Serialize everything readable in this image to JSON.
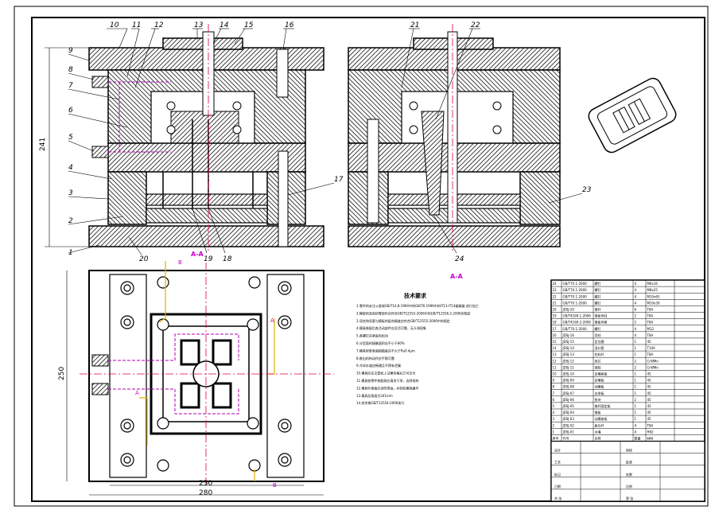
{
  "part_labels": [
    "1",
    "2",
    "3",
    "4",
    "5",
    "6",
    "7",
    "8",
    "9",
    "10",
    "11",
    "12",
    "13",
    "14",
    "15",
    "16",
    "17",
    "18",
    "19",
    "20",
    "21",
    "22",
    "23",
    "24"
  ],
  "section_mark": "A-A",
  "cut_mark": "A",
  "side_mark": "B",
  "dimensions": {
    "height_side": "241",
    "height_plan": "250",
    "width_inner": "250",
    "width_outer": "280"
  },
  "tech_title": "技术要求",
  "notes": [
    "1.零件的未注公差按GB/T14.8-1994中的GB/T6-1996中的IT13-IT14级精度 进行加工",
    "2.模架所选用的零部件应符合GB/T12555-2006中的GB/T12556.2-2006的规定",
    "3.导柱和导套与模板的配合精度应符合GB/T12555-2006中的规定",
    "4.模具装配后各活动部件应灵活可靠，无卡滞现象",
    "5.各螺钉应紧固无松动",
    "6.分型面的接触面积应不小于80%",
    "7.模具型腔表面粗糙度应不大于Ra0.4μm",
    "8.推出机构动作应平稳可靠",
    "9.冷却水道应畅通且不得有泄漏",
    "10.模具应在注塑机上试模合格后方可交付",
    "11.模具各零件装配前应清洗干净，去除毛刺",
    "12.模具外表面应涂防锈油，并刻有模具编号",
    "13.模具总高度为241mm",
    "14.其余按GB/T12554-2006执行"
  ],
  "bom_rows": [
    [
      "24",
      "GB/T70.1-2000",
      "螺钉",
      "4",
      "M6x16"
    ],
    [
      "23",
      "GB/T70.1-2000",
      "螺钉",
      "4",
      "M8x25"
    ],
    [
      "22",
      "GB/T70.1-2000",
      "螺钉",
      "4",
      "M10x65"
    ],
    [
      "21",
      "GB/T70.1-2000",
      "螺钉",
      "4",
      "M10x30"
    ],
    [
      "20",
      "JDSJ-20",
      "推杆",
      "6",
      "T8A"
    ],
    [
      "19",
      "GB/T4169.1-2006",
      "推板导柱",
      "2",
      "T8A"
    ],
    [
      "18",
      "GB/T4169.2-2006",
      "推板导套",
      "2",
      "T8A"
    ],
    [
      "17",
      "GB/T70.1-2000",
      "螺钉",
      "4",
      "M12"
    ],
    [
      "16",
      "JDSJ-16",
      "导柱",
      "4",
      "T8A"
    ],
    [
      "15",
      "JDSJ-15",
      "定位圈",
      "1",
      "45"
    ],
    [
      "14",
      "JDSJ-14",
      "浇口套",
      "1",
      "T10A"
    ],
    [
      "13",
      "JDSJ-13",
      "拉料杆",
      "1",
      "T8A"
    ],
    [
      "12",
      "JDSJ-12",
      "型芯",
      "2",
      "CrWMn"
    ],
    [
      "11",
      "JDSJ-11",
      "型腔",
      "2",
      "CrWMn"
    ],
    [
      "10",
      "JDSJ-10",
      "定模座板",
      "1",
      "45"
    ],
    [
      "9",
      "JDSJ-09",
      "定模板",
      "1",
      "45"
    ],
    [
      "8",
      "JDSJ-08",
      "动模板",
      "1",
      "45"
    ],
    [
      "7",
      "JDSJ-07",
      "支承板",
      "1",
      "45"
    ],
    [
      "6",
      "JDSJ-06",
      "垫块",
      "2",
      "45"
    ],
    [
      "5",
      "JDSJ-05",
      "推杆固定板",
      "1",
      "45"
    ],
    [
      "4",
      "JDSJ-04",
      "推板",
      "1",
      "45"
    ],
    [
      "3",
      "JDSJ-03",
      "动模座板",
      "1",
      "45"
    ],
    [
      "2",
      "JDSJ-02",
      "复位杆",
      "4",
      "T8A"
    ],
    [
      "1",
      "JDSJ-01",
      "水嘴",
      "4",
      "H62"
    ]
  ],
  "bom_header": [
    "序号",
    "代号",
    "名称",
    "数量",
    "材料"
  ],
  "title_block_cells": [
    "设计",
    "审核",
    "工艺",
    "批准",
    "标记",
    "处数",
    "日期",
    "比例",
    "共  张",
    "第  张"
  ],
  "colors": {
    "hatch": "#1a1a1a",
    "centerline": "#e0003c",
    "water": "#b000b0",
    "ejector_path": "#e0b000",
    "parting": "#cc00cc"
  }
}
